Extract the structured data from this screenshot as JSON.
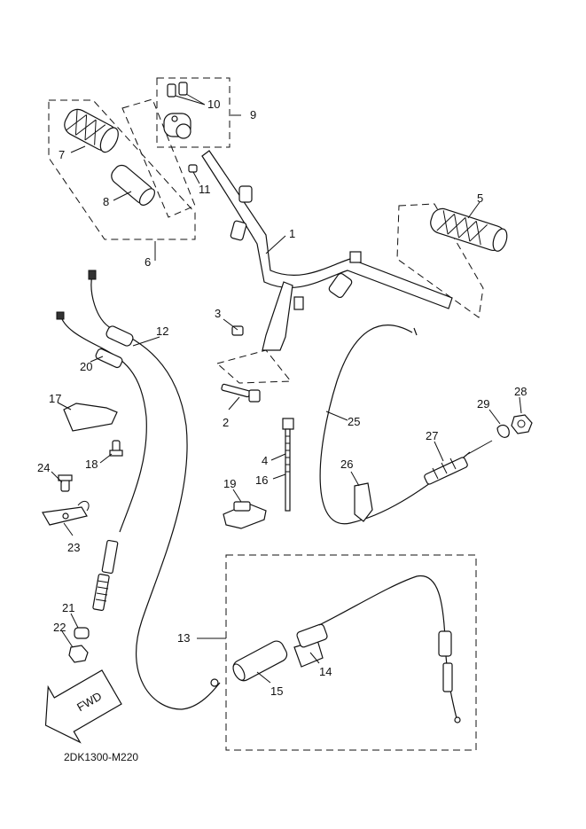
{
  "diagram_code": "2DK1300-M220",
  "fwd_label": "FWD",
  "callouts": [
    "1",
    "2",
    "3",
    "4",
    "5",
    "6",
    "7",
    "8",
    "9",
    "10",
    "11",
    "12",
    "13",
    "14",
    "15",
    "16",
    "17",
    "18",
    "19",
    "20",
    "21",
    "22",
    "23",
    "24",
    "25",
    "26",
    "27",
    "28",
    "29"
  ]
}
